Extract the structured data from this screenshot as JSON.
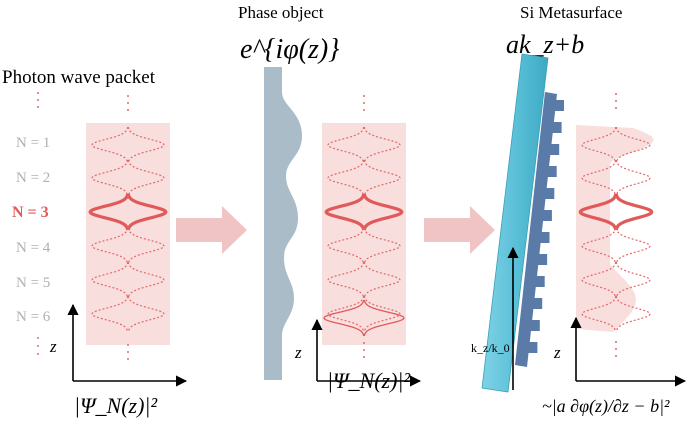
{
  "panel1": {
    "title": "Photon wave packet",
    "mode_labels": [
      "N = 1",
      "N = 2",
      "N = 3",
      "N = 4",
      "N = 5",
      "N = 6"
    ],
    "highlight_index": 2,
    "axis_z": "z",
    "axis_formula": "|Ψ_N(z)|²"
  },
  "panel2": {
    "title": "Phase object",
    "phase_formula": "e^{iφ(z)}",
    "axis_z": "z",
    "axis_formula": "|Ψ_N(z)|²"
  },
  "panel3": {
    "title": "Si Metasurface",
    "formula": "ak_z+b",
    "axis_label": "k_z/k_0",
    "axis_z": "z",
    "axis_formula": "~|a ∂φ(z)/∂z − b|²"
  },
  "colors": {
    "accent": "#e15a5a",
    "mode_dotted": "#e06a6a",
    "mode_label_gray": "#b0b0b0",
    "band_fill": "#f9dede",
    "arrow_fill": "#f0c4c4",
    "phase_object": "#a9bcc7",
    "metasurface_slab": "#5bc0d8",
    "metasurface_teeth": "#5a7aa8"
  }
}
